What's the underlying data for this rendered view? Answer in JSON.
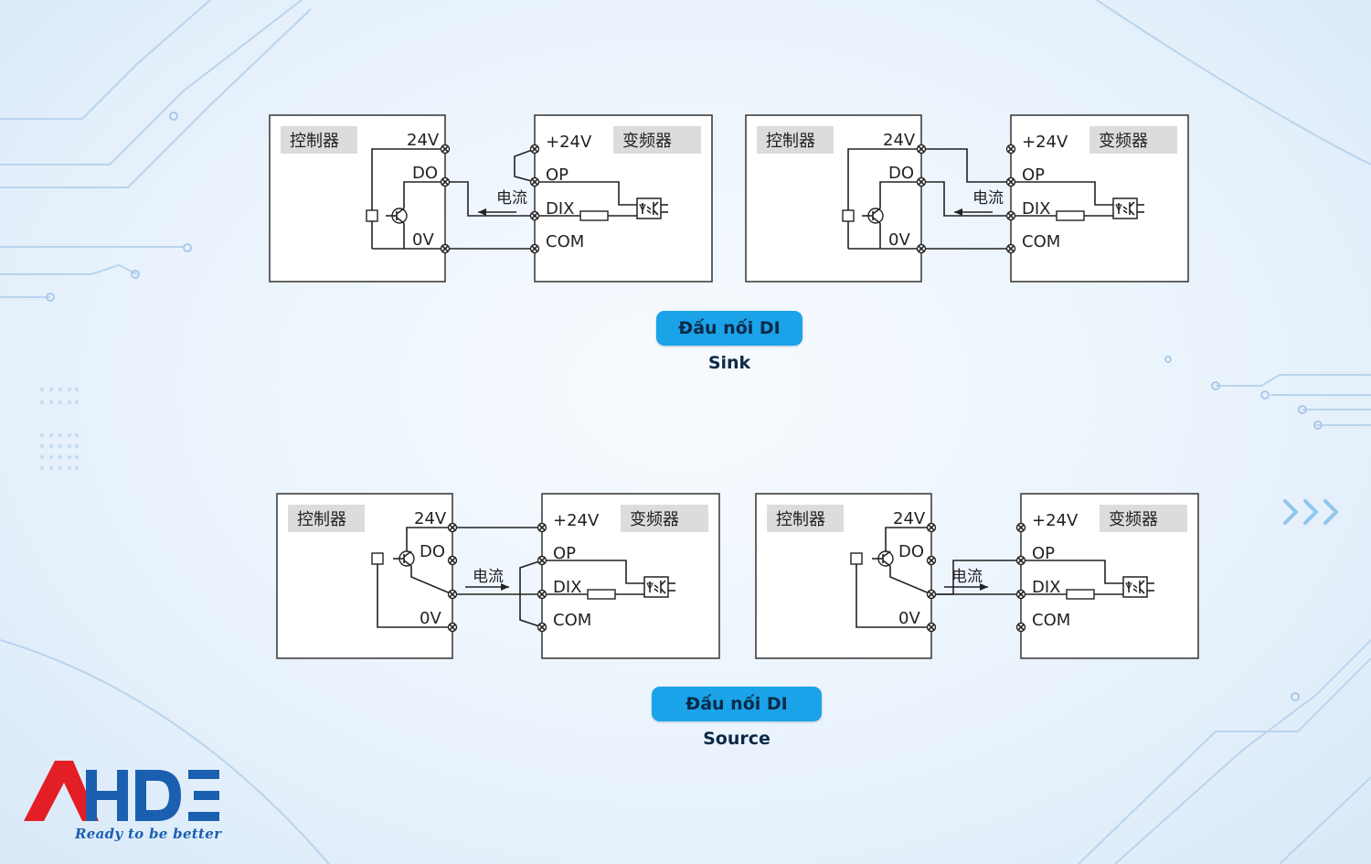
{
  "diagrams": [
    {
      "id": "sink-1",
      "controller_label": "控制器",
      "inverter_label": "变频器",
      "terminals": {
        "v24": "24V",
        "do": "DO",
        "ov": "0V",
        "plus24": "+24V",
        "op": "OP",
        "dix": "DIX",
        "com": "COM"
      },
      "current_label": "电流"
    },
    {
      "id": "sink-2",
      "controller_label": "控制器",
      "inverter_label": "变频器",
      "terminals": {
        "v24": "24V",
        "do": "DO",
        "ov": "0V",
        "plus24": "+24V",
        "op": "OP",
        "dix": "DIX",
        "com": "COM"
      },
      "current_label": "电流"
    },
    {
      "id": "source-1",
      "controller_label": "控制器",
      "inverter_label": "变频器",
      "terminals": {
        "v24": "24V",
        "do": "DO",
        "ov": "0V",
        "plus24": "+24V",
        "op": "OP",
        "dix": "DIX",
        "com": "COM"
      },
      "current_label": "电流"
    },
    {
      "id": "source-2",
      "controller_label": "控制器",
      "inverter_label": "变频器",
      "terminals": {
        "v24": "24V",
        "do": "DO",
        "ov": "0V",
        "plus24": "+24V",
        "op": "OP",
        "dix": "DIX",
        "com": "COM"
      },
      "current_label": "电流"
    }
  ],
  "captions": {
    "sink": "Đấu nối DI Sink",
    "source": "Đấu nối DI Source"
  },
  "brand": {
    "logo_text": "AHDE",
    "tagline": "Ready to be better",
    "red": "#e31e24",
    "blue": "#1b5fb0"
  },
  "colors": {
    "caption_bg": "#1aa3e8",
    "wire": "#222222",
    "label_bg": "#dcdcdc"
  }
}
